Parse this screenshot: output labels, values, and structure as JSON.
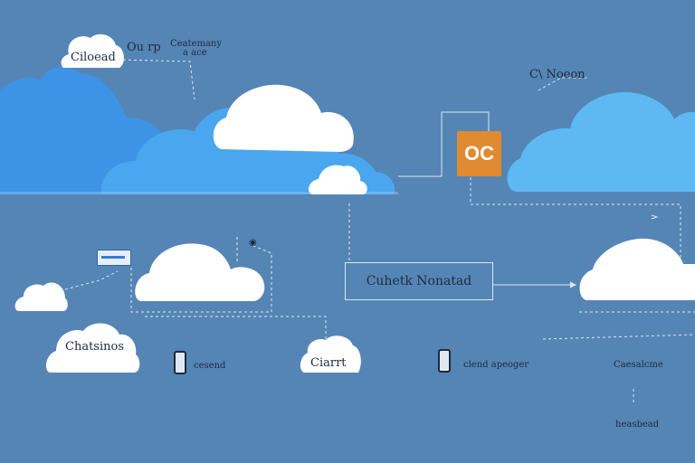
{
  "labels": {
    "top_cloud": "Ciloead",
    "top_header_1": "Ou rp",
    "top_header_2": "Ceatemany",
    "top_header_3": "a ace",
    "top_right": "C\\ Noeon",
    "orange_box": "OC",
    "center_box": "Cuhetk Nonatad",
    "left_cloud": "Chatsinos",
    "bottom_mid_1": "cesend",
    "bottom_cloud": "Ciarrt",
    "bottom_right_1": "clend apeoger",
    "right_1": "Caesalcme",
    "right_2": "heasbead"
  },
  "colors": {
    "background": "#5585b5",
    "cloud_white": "#ffffff",
    "cloud_blue": "#3d93e6",
    "cloud_light_blue": "#5eb8f2",
    "accent_orange": "#e08a32",
    "connector": "#dbe7f4"
  }
}
